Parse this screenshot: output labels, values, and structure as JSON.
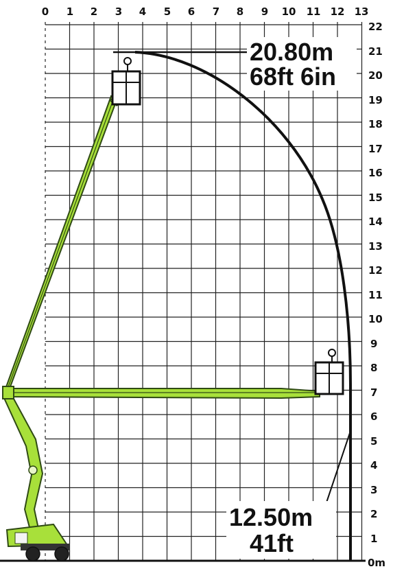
{
  "x_axis": {
    "labels": [
      "0",
      "1",
      "2",
      "3",
      "4",
      "5",
      "6",
      "7",
      "8",
      "9",
      "10",
      "11",
      "12",
      "13"
    ]
  },
  "y_axis": {
    "labels": [
      "0m",
      "1",
      "2",
      "3",
      "4",
      "5",
      "6",
      "7",
      "8",
      "9",
      "10",
      "11",
      "12",
      "13",
      "14",
      "15",
      "16",
      "17",
      "18",
      "19",
      "20",
      "21",
      "22"
    ]
  },
  "max_height": {
    "metric": "20.80m",
    "imperial": "68ft 6in"
  },
  "max_outreach": {
    "metric": "12.50m",
    "imperial": "41ft"
  },
  "colors": {
    "boom": "#a8e03a",
    "boom_outline": "#2f4a14",
    "curve": "#111111",
    "grid": "#222222"
  }
}
